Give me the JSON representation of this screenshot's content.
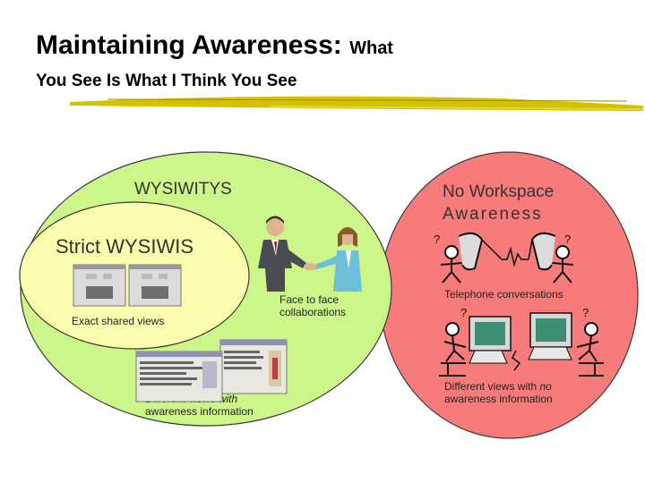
{
  "title": {
    "main": "Maintaining Awareness:",
    "tail": "What",
    "subtitle": "You See Is What I Think You See"
  },
  "colors": {
    "green_ellipse": "#ccf58a",
    "yellow_ellipse": "#fcfcae",
    "red_ellipse": "#f77b7b",
    "underline": "#d4c200"
  },
  "diagram": {
    "wysiwitys": {
      "label": "WYSIWITYS"
    },
    "wysiwis": {
      "label": "Strict WYSIWIS",
      "caption": "Exact shared views"
    },
    "face_to_face": {
      "caption_line1": "Face to face",
      "caption_line2": "collaborations"
    },
    "different_views_with": {
      "caption_line1_prefix": "Different views ",
      "caption_line1_em": "with",
      "caption_line2": "awareness information"
    },
    "no_workspace": {
      "label_line1": "No Workspace",
      "label_line2": "Awareness"
    },
    "telephone": {
      "caption": "Telephone conversations"
    },
    "different_views_no": {
      "caption_line1_prefix": "Different views with ",
      "caption_line1_em": "no",
      "caption_line2": "awareness information"
    }
  }
}
